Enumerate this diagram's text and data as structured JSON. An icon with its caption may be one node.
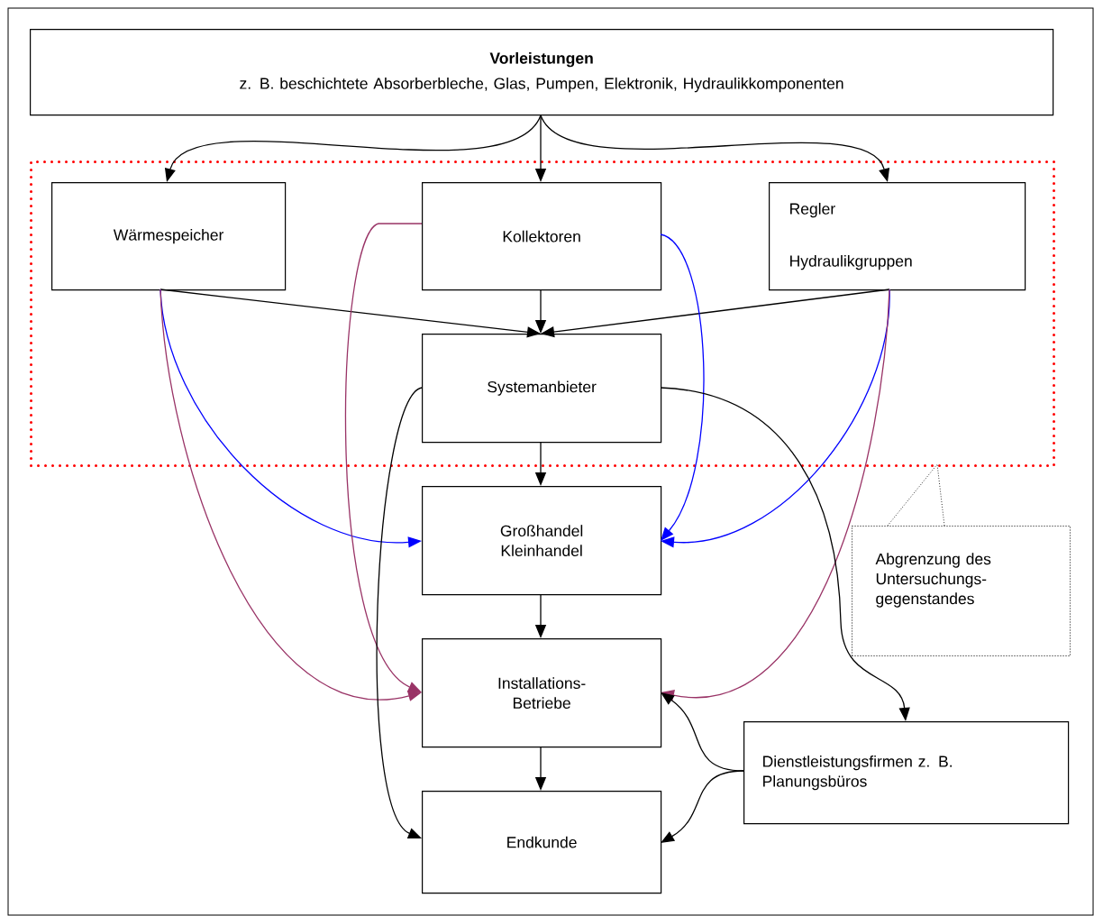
{
  "diagram": {
    "nodes": [
      {
        "text": [
          "Vorleistungen",
          "z. B. beschichtete Absorberbleche, Glas, Pumpen, Elektronik, Hydraulikkomponenten"
        ]
      },
      {
        "text": [],
        "shape": "box"
      },
      {
        "text": [
          "Wärmespeicher"
        ],
        "in": 1
      },
      {
        "text": [
          "Kollektoren"
        ],
        "in": 1
      },
      {
        "text": [
          "Regler",
          "Hydraulikgruppen"
        ],
        "in": 1
      },
      {
        "text": [
          "Systemanbieter"
        ],
        "in": 1
      },
      {
        "text": [
          "Großhandel Kleinhandel"
        ]
      },
      {
        "text": [
          "Installations- Betriebe"
        ]
      },
      {
        "text": [
          "Endkunde"
        ]
      },
      {
        "text": [
          "Abgrenzung des Untersuchungs- gegenstandes"
        ]
      },
      {
        "text": [
          "Dienstleistungsfirmen z. B. Planungsbüros"
        ]
      }
    ],
    "edges": [
      {
        "from": 0,
        "to": 2,
        "arrow": "to"
      },
      {
        "from": 0,
        "to": 3,
        "arrow": "to"
      },
      {
        "from": 0,
        "to": 4,
        "arrow": "to"
      },
      {
        "from": 2,
        "to": 5,
        "arrow": "to"
      },
      {
        "from": 3,
        "to": 5,
        "arrow": "to"
      },
      {
        "from": 4,
        "to": 5,
        "arrow": "to"
      },
      {
        "from": 2,
        "to": 6,
        "arrow": "to",
        "color": "#0000ff"
      },
      {
        "from": 3,
        "to": 6,
        "arrow": "to",
        "color": "#0000ff"
      },
      {
        "from": 4,
        "to": 6,
        "arrow": "to",
        "color": "#0000ff"
      },
      {
        "from": 2,
        "to": 7,
        "arrow": "to",
        "color": "#993366"
      },
      {
        "from": 3,
        "to": 7,
        "arrow": "to",
        "color": "#993366"
      },
      {
        "from": 4,
        "to": 7,
        "arrow": "to",
        "color": "#993366"
      },
      {
        "from": 5,
        "to": 6,
        "arrow": "to"
      },
      {
        "from": 5,
        "to": 8,
        "arrow": "to"
      },
      {
        "from": 5,
        "to": 10,
        "arrow": "to"
      },
      {
        "from": 6,
        "to": 7,
        "arrow": "to"
      },
      {
        "from": 7,
        "to": 8,
        "arrow": "to"
      },
      {
        "from": 10,
        "to": 7,
        "arrow": "to"
      },
      {
        "from": 10,
        "to": 8,
        "arrow": "to"
      },
      {
        "from": 9,
        "to": 1,
        "arrow": "none",
        "style": "dashed"
      }
    ]
  }
}
